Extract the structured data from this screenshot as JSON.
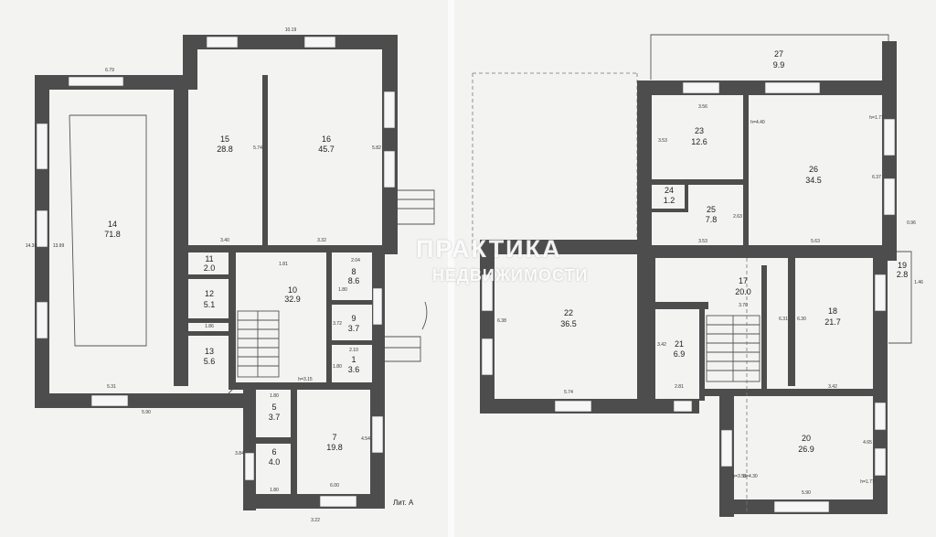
{
  "left_plan": {
    "rooms": [
      {
        "id": "r14",
        "number": "14",
        "area": "71.8"
      },
      {
        "id": "r15",
        "number": "15",
        "area": "28.8"
      },
      {
        "id": "r16",
        "number": "16",
        "area": "45.7"
      },
      {
        "id": "r11",
        "number": "11",
        "area": "2.0"
      },
      {
        "id": "r12",
        "number": "12",
        "area": "5.1"
      },
      {
        "id": "r13",
        "number": "13",
        "area": "5.6"
      },
      {
        "id": "r10",
        "number": "10",
        "area": "32.9"
      },
      {
        "id": "r8",
        "number": "8",
        "area": "8.6"
      },
      {
        "id": "r9",
        "number": "9",
        "area": "3.7"
      },
      {
        "id": "r1",
        "number": "1",
        "area": "3.6"
      },
      {
        "id": "r5",
        "number": "5",
        "area": "3.7"
      },
      {
        "id": "r6",
        "number": "6",
        "area": "4.0"
      },
      {
        "id": "r7",
        "number": "7",
        "area": "19.8"
      }
    ],
    "dimensions": [
      "6.79",
      "10.19",
      "14.38",
      "13.99",
      "5.31",
      "5.90",
      "5.74",
      "5.82",
      "3.40",
      "3.32",
      "1.81",
      "2.04",
      "1.86",
      "1.80",
      "3.72",
      "2.10",
      "1.80",
      "h=3.15",
      "1.80",
      "6.00",
      "3.84",
      "4.54",
      "1.80",
      "3.22"
    ],
    "sheet_label": "Лит. А"
  },
  "right_plan": {
    "rooms": [
      {
        "id": "r27",
        "number": "27",
        "area": "9.9"
      },
      {
        "id": "r23",
        "number": "23",
        "area": "12.6"
      },
      {
        "id": "r24",
        "number": "24",
        "area": "1.2"
      },
      {
        "id": "r25",
        "number": "25",
        "area": "7.8"
      },
      {
        "id": "r26",
        "number": "26",
        "area": "34.5"
      },
      {
        "id": "r22",
        "number": "22",
        "area": "36.5"
      },
      {
        "id": "r17",
        "number": "17",
        "area": "20.0"
      },
      {
        "id": "r21",
        "number": "21",
        "area": "6.9"
      },
      {
        "id": "r18",
        "number": "18",
        "area": "21.7"
      },
      {
        "id": "r19",
        "number": "19",
        "area": "2.8"
      },
      {
        "id": "r20",
        "number": "20",
        "area": "26.9"
      }
    ],
    "dimensions": [
      "3.56",
      "h=4.40",
      "h=1.77",
      "3.53",
      "2.63",
      "3.53",
      "5.63",
      "6.37",
      "6.38",
      "5.74",
      "3.42",
      "2.81",
      "3.70",
      "6.31",
      "6.30",
      "3.42",
      "4.65",
      "h=3.52",
      "h=4.30",
      "h=1.77",
      "5.90",
      "0.96",
      "1.46"
    ]
  },
  "watermark": {
    "line1": "ПРАКТИКА",
    "line2": "НЕДВИЖИМОСТИ"
  }
}
